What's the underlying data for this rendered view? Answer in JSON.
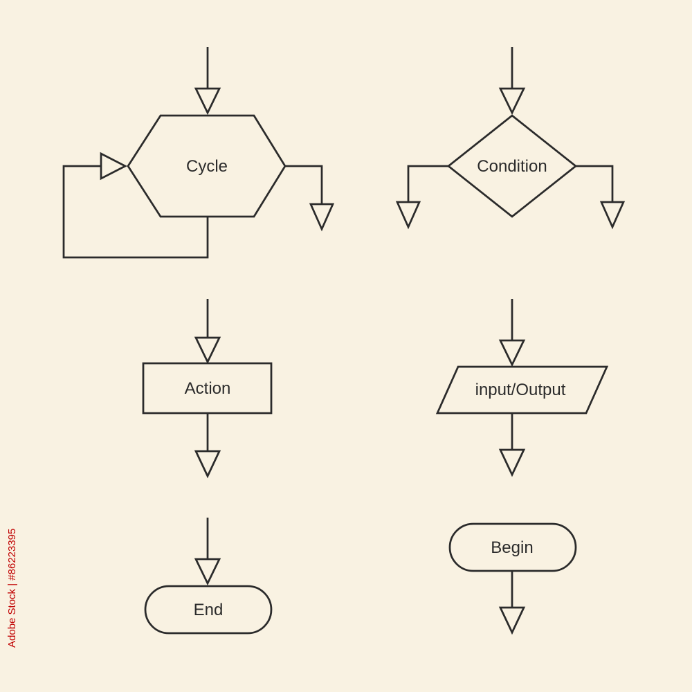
{
  "page": {
    "background_color": "#f9f2e2",
    "line_color": "#2b2b2b"
  },
  "watermark": {
    "text": "Adobe Stock | #86223395",
    "color": "#c00000"
  },
  "nodes": {
    "cycle": {
      "label": "Cycle",
      "shape": "hexagon"
    },
    "condition": {
      "label": "Condition",
      "shape": "diamond"
    },
    "action": {
      "label": "Action",
      "shape": "rectangle"
    },
    "input_output": {
      "label": "input/Output",
      "shape": "parallelogram"
    },
    "end": {
      "label": "End",
      "shape": "rounded-rectangle"
    },
    "begin": {
      "label": "Begin",
      "shape": "rounded-rectangle"
    }
  },
  "edges": [
    {
      "from": "top",
      "to": "cycle",
      "type": "arrow-in"
    },
    {
      "from": "cycle",
      "to": "cycle",
      "type": "loop-back-left"
    },
    {
      "from": "cycle",
      "to": "right-down",
      "type": "arrow-out"
    },
    {
      "from": "top",
      "to": "condition",
      "type": "arrow-in"
    },
    {
      "from": "condition",
      "to": "left-down",
      "type": "branch"
    },
    {
      "from": "condition",
      "to": "right-down",
      "type": "branch"
    },
    {
      "from": "top",
      "to": "action",
      "type": "arrow-in"
    },
    {
      "from": "action",
      "to": "down",
      "type": "arrow-out"
    },
    {
      "from": "top",
      "to": "input_output",
      "type": "arrow-in"
    },
    {
      "from": "input_output",
      "to": "down",
      "type": "arrow-out"
    },
    {
      "from": "top",
      "to": "end",
      "type": "arrow-in"
    },
    {
      "from": "begin",
      "to": "down",
      "type": "arrow-out"
    }
  ]
}
